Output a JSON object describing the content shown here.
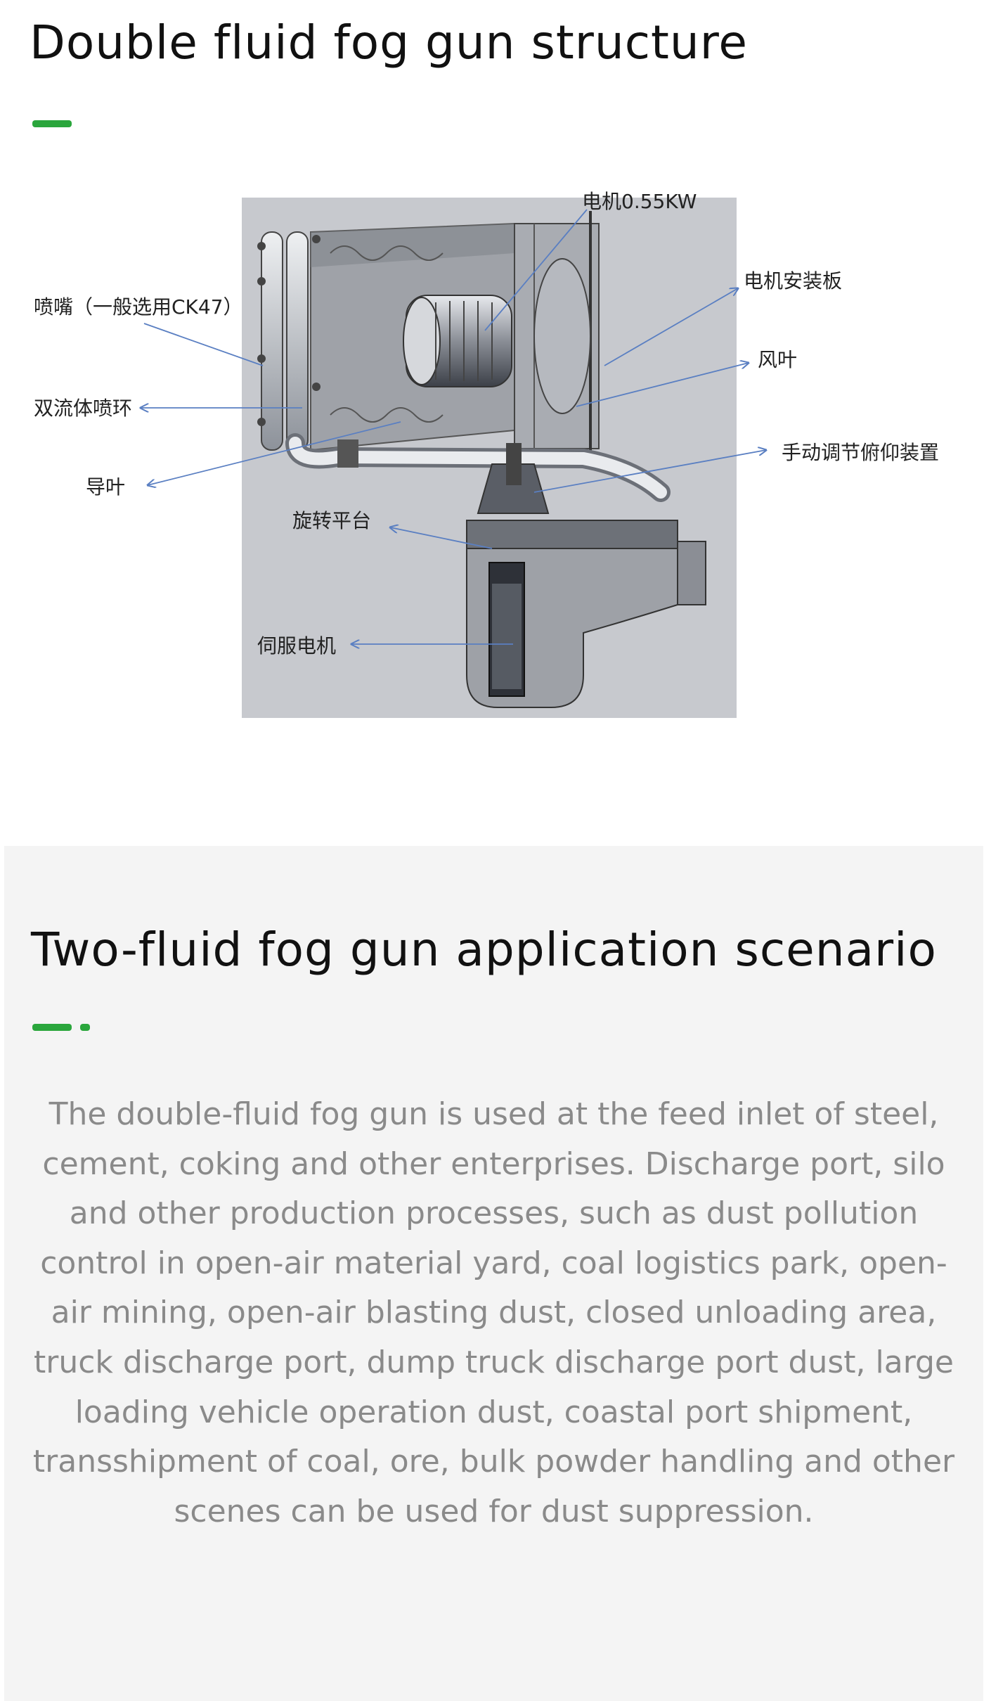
{
  "section1": {
    "title": "Double fluid fog gun structure",
    "accent_color": "#2aa63c",
    "figure": {
      "labels": {
        "motor": "电机0.55KW",
        "motor_plate": "电机安装板",
        "fan_blade": "风叶",
        "pitch_adjust": "手动调节俯仰装置",
        "nozzle": "喷嘴（一般选用CK47）",
        "ring": "双流体喷环",
        "guide_vane": "导叶",
        "rotating_platform": "旋转平台",
        "servo_motor": "伺服电机"
      }
    }
  },
  "section2": {
    "title": "Two-fluid fog gun application scenario",
    "accent_color": "#2aa63c",
    "paragraph": "The double-fluid fog gun is used at the feed inlet of steel, cement, coking and other enterprises. Discharge port, silo and other production processes, such as dust pollution control in open-air material yard, coal logistics park, open-air mining, open-air blasting dust, closed unloading area, truck discharge port, dump truck discharge port dust, large loading vehicle operation dust, coastal port shipment, transshipment of coal, ore, bulk powder handling and other scenes can be used for dust suppression."
  }
}
